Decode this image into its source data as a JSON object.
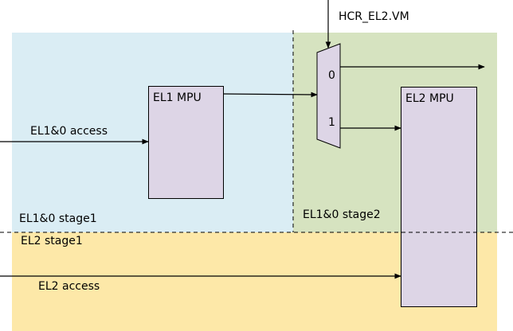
{
  "colors": {
    "el10_stage1_bg": "#daedf4",
    "el10_stage2_bg": "#d6e3c0",
    "el2_stage1_bg": "#fde8a8",
    "mpu_fill": "#ddd5e6",
    "line": "#000000"
  },
  "labels": {
    "hcr_el2_vm": "HCR_EL2.VM",
    "el1_mpu": "EL1 MPU",
    "el2_mpu": "EL2 MPU",
    "mux_in0": "0",
    "mux_in1": "1",
    "el10_access": "EL1&0 access",
    "el2_access": "EL2 access",
    "el10_stage1": "EL1&0 stage1",
    "el10_stage2": "EL1&0 stage2",
    "el2_stage1": "EL2 stage1"
  }
}
